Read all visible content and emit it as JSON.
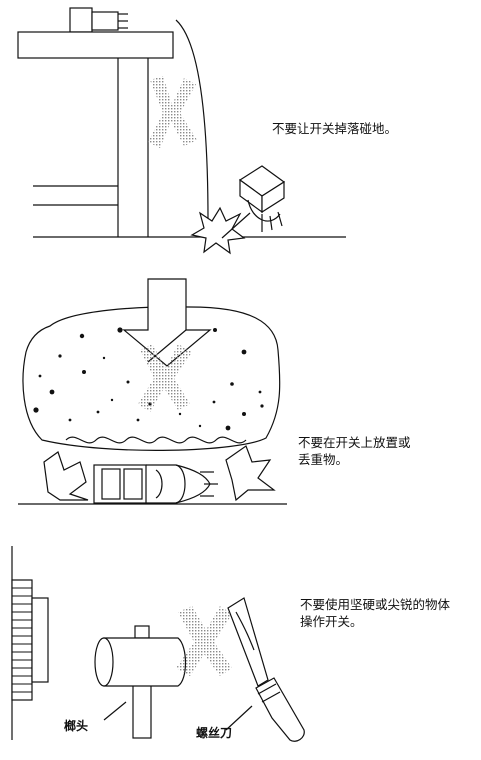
{
  "sections": [
    {
      "caption_lines": [
        "不要让开关掉落碰地。"
      ]
    },
    {
      "caption_lines": [
        "不要在开关上放置或",
        "丢重物。"
      ]
    },
    {
      "caption_lines": [
        "不要使用坚硬或尖锐的物体",
        "操作开关。"
      ]
    }
  ],
  "labels": {
    "hammer": "榔头",
    "screwdriver": "螺丝刀"
  },
  "colors": {
    "ink": "#111111",
    "stipple": "#9a9a9a"
  },
  "icons": [
    "falling-switch",
    "cross-mark",
    "heavy-weight",
    "hammer",
    "screwdriver",
    "switch-panel"
  ]
}
